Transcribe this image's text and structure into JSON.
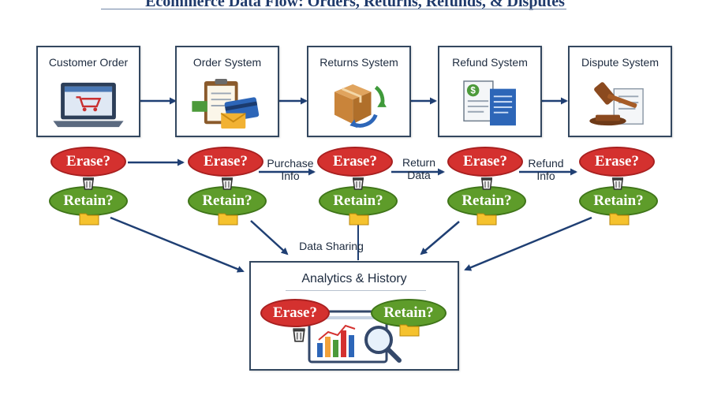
{
  "title": "Ecommerce Data Flow: Orders, Returns, Refunds, & Disputes",
  "stages": [
    {
      "name": "Customer Order",
      "icon": "laptop-cart-icon"
    },
    {
      "name": "Order System",
      "icon": "clipboard-card-icon"
    },
    {
      "name": "Returns System",
      "icon": "package-return-icon"
    },
    {
      "name": "Refund System",
      "icon": "refund-document-icon"
    },
    {
      "name": "Dispute System",
      "icon": "gavel-icon"
    }
  ],
  "decisions": {
    "erase": "Erase?",
    "retain": "Retain?"
  },
  "flow_labels": {
    "purchase_info": [
      "Purchase",
      "Info"
    ],
    "return_data": [
      "Return",
      "Data"
    ],
    "refund_info": [
      "Refund",
      "Info"
    ],
    "data_sharing": "Data Sharing"
  },
  "analytics": {
    "title": "Analytics & History",
    "icon": "bar-chart-magnifier-icon"
  },
  "colors": {
    "erase": "#d4312f",
    "retain": "#5e9c2a",
    "arrow": "#1f3f73",
    "box_border": "#33475f"
  }
}
